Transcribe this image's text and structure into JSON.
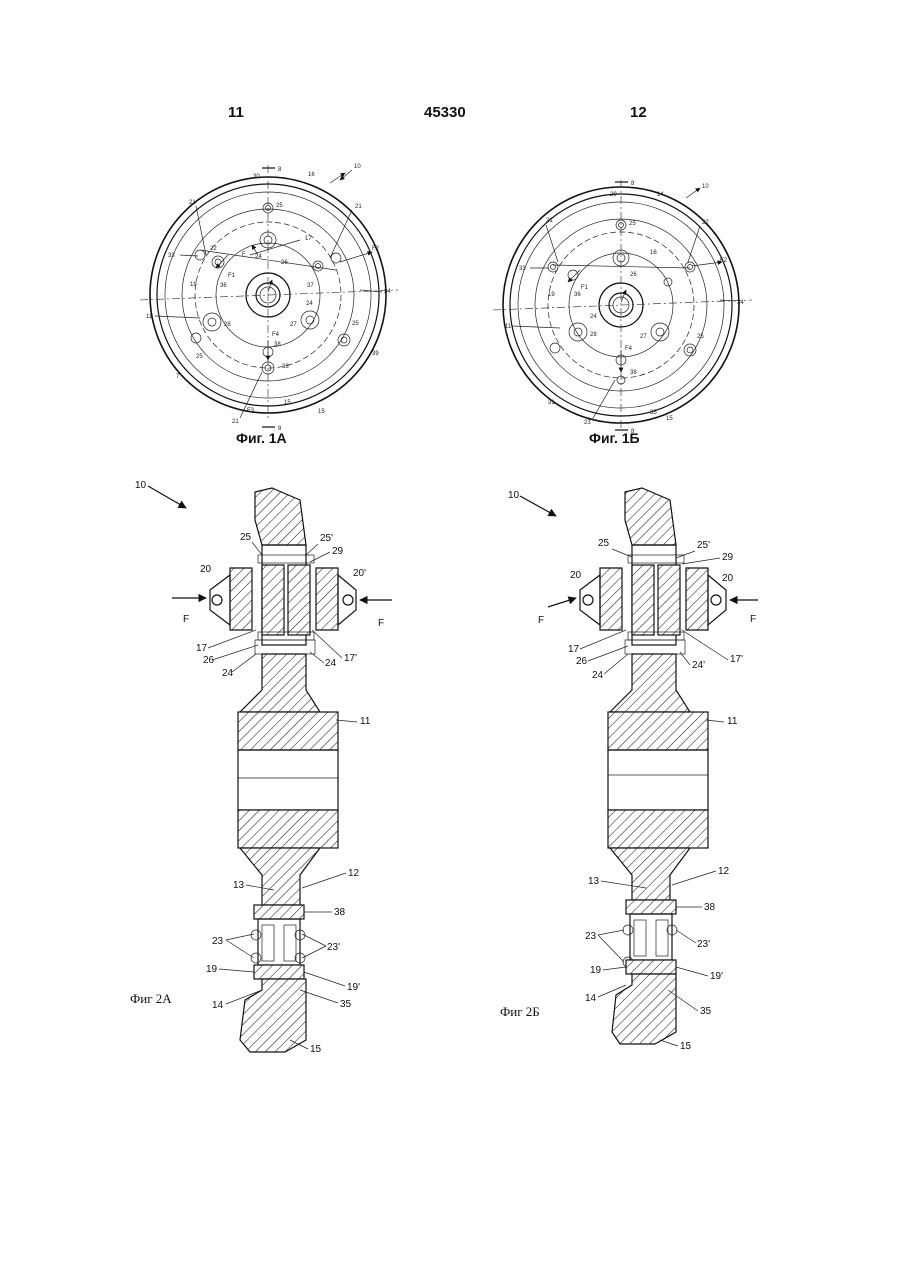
{
  "header": {
    "page_left": "11",
    "patent_number": "45330",
    "page_right": "12"
  },
  "fig1a": {
    "caption": "Фиг. 1А",
    "labels": {
      "l10": "10",
      "l8top": "8",
      "l8bot": "8",
      "l30": "30",
      "l16": "16",
      "l25a": "25",
      "l21a": "21",
      "l21b": "21",
      "l21c": "21",
      "l33": "33",
      "l22": "22",
      "l19": "19",
      "l36a": "36",
      "l17": "17",
      "l24a": "24",
      "l26": "26",
      "l37": "37",
      "l24b": "24",
      "l34": "34",
      "l11": "11",
      "l28": "28",
      "l27": "27",
      "l25b": "25",
      "l25c": "25",
      "l38a": "38",
      "l38b": "38",
      "l39": "39",
      "l15a": "15",
      "l15b": "15",
      "lF": "F",
      "lF1": "F1",
      "lF2": "F2",
      "lF3": "F3",
      "lF4": "F4",
      "l7": "7"
    }
  },
  "fig1b": {
    "caption": "Фиг. 1Б",
    "labels": {
      "l10": "10",
      "l8top": "8",
      "l8bot": "8",
      "l29": "29",
      "l14": "14",
      "l25a": "25",
      "l21": "21",
      "l22": "22",
      "l33": "33",
      "l19": "19",
      "l36": "36",
      "l16": "16",
      "l26": "26",
      "l34": "34",
      "l11": "11",
      "l28": "28",
      "l27": "27",
      "l25b": "25",
      "l38": "38",
      "l31": "31",
      "l23": "23",
      "l35": "35",
      "l15": "15",
      "lF1": "F1",
      "lF2": "F2",
      "lF4": "F4",
      "l24": "24"
    }
  },
  "fig2a": {
    "caption": "Фиг 2А",
    "labels": {
      "l10": "10",
      "l25": "25",
      "l25p": "25'",
      "l29": "29",
      "l20": "20",
      "l20p": "20'",
      "lF_left": "F",
      "lF_right": "F",
      "l17": "17",
      "l17p": "17'",
      "l26": "26",
      "l24": "24",
      "l24b": "24",
      "l11": "11",
      "l12": "12",
      "l13": "13",
      "l38": "38",
      "l23": "23",
      "l23p": "23'",
      "l19": "19",
      "l19p": "19'",
      "l14": "14",
      "l35": "35",
      "l15": "15"
    }
  },
  "fig2b": {
    "caption": "Фиг 2Б",
    "labels": {
      "l10": "10",
      "l25": "25",
      "l25p": "25'",
      "l29": "29",
      "l20": "20",
      "l20b": "20",
      "lF_left": "F",
      "lF_right": "F",
      "l17": "17",
      "l17p": "17'",
      "l26": "26",
      "l24": "24",
      "l24p": "24'",
      "l11": "11",
      "l12": "12",
      "l13": "13",
      "l38": "38",
      "l23": "23",
      "l23p": "23'",
      "l19": "19",
      "l19p": "19'",
      "l14": "14",
      "l35": "35",
      "l15": "15"
    }
  }
}
